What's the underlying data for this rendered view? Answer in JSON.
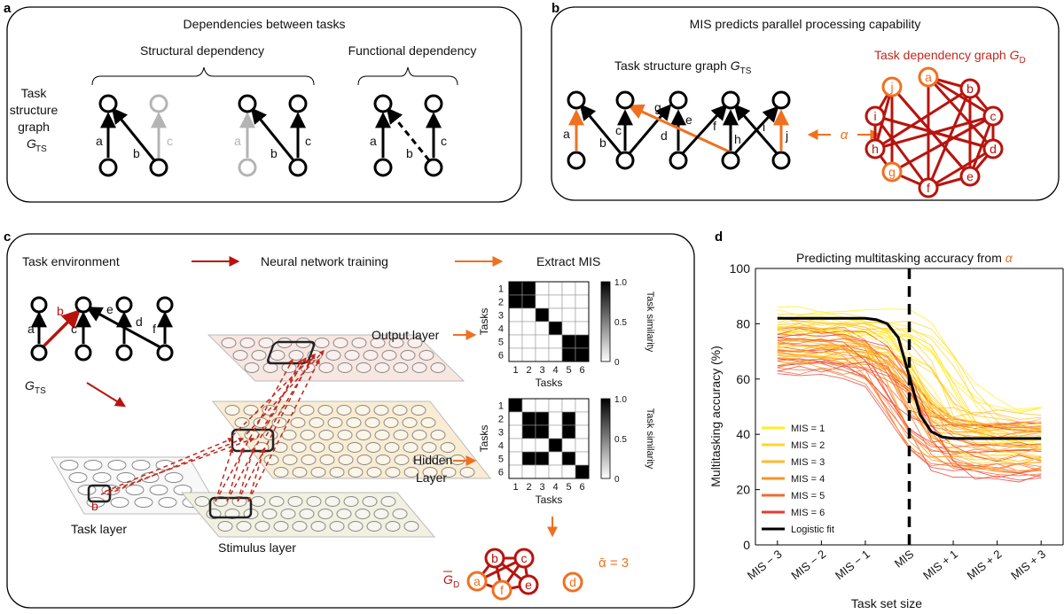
{
  "colors": {
    "orange": "#f07020",
    "darkred": "#b8140e",
    "gray": "#b4b4b4",
    "yellow": "#ffe600",
    "black": "#000000"
  },
  "panel_a": {
    "letter": "a",
    "title": "Dependencies between tasks",
    "structural_label": "Structural dependency",
    "functional_label": "Functional dependency",
    "graph_label_lines": [
      "Task",
      "structure",
      "graph"
    ],
    "gts_symbol": "G",
    "gts_sub": "TS",
    "edge_labels": {
      "a": "a",
      "b": "b",
      "c": "c"
    }
  },
  "panel_b": {
    "letter": "b",
    "title": "MIS predicts parallel processing capability",
    "task_graph_label": "Task structure graph ",
    "gts_symbol": "G",
    "gts_sub": "TS",
    "dep_graph_label": "Task dependency graph ",
    "gd_symbol": "G",
    "gd_sub": "D",
    "alpha": "α",
    "edge_labels": [
      "a",
      "b",
      "c",
      "d",
      "e",
      "f",
      "g",
      "h",
      "i",
      "j"
    ],
    "dep_nodes": [
      "a",
      "b",
      "c",
      "d",
      "e",
      "f",
      "g",
      "h",
      "i",
      "j"
    ]
  },
  "panel_c": {
    "letter": "c",
    "task_env": "Task environment",
    "nn_training": "Neural network training",
    "extract_mis": "Extract MIS",
    "output_layer": "Output layer",
    "hidden_layer_1": "Hidden",
    "hidden_layer_2": "Layer",
    "task_layer": "Task layer",
    "stimulus_layer": "Stimulus layer",
    "b_label": "b",
    "gts_symbol": "G",
    "gts_sub": "TS",
    "gd_symbol": "G",
    "gd_sub": "D",
    "alpha_result": "ᾱ = 3",
    "edge_labels": [
      "a",
      "b",
      "c",
      "d",
      "e",
      "f"
    ],
    "tasks_label": "Tasks",
    "task_similarity": "Task similarity",
    "tick_labels": [
      "1",
      "2",
      "3",
      "4",
      "5",
      "6"
    ],
    "colorbar_ticks": [
      "1.0",
      "0.5",
      "0"
    ],
    "matrix_output": [
      [
        1,
        1,
        0,
        0,
        0,
        0
      ],
      [
        1,
        1,
        0,
        0,
        0,
        0
      ],
      [
        0,
        0,
        1,
        0,
        0,
        0
      ],
      [
        0,
        0,
        0,
        1,
        0,
        0
      ],
      [
        0,
        0,
        0,
        0,
        1,
        1
      ],
      [
        0,
        0,
        0,
        0,
        1,
        1
      ]
    ],
    "matrix_hidden": [
      [
        1,
        0,
        0,
        0,
        0,
        0
      ],
      [
        0,
        1,
        1,
        0,
        1,
        0
      ],
      [
        0,
        1,
        1,
        0,
        1,
        0
      ],
      [
        0,
        0,
        0,
        1,
        0,
        0
      ],
      [
        0,
        1,
        1,
        0,
        1,
        0
      ],
      [
        0,
        0,
        0,
        0,
        0,
        1
      ]
    ],
    "dep_nodes": [
      "a",
      "b",
      "c",
      "d",
      "e",
      "f"
    ]
  },
  "panel_d": {
    "letter": "d",
    "title": "Predicting multitasking accuracy from ",
    "alpha": "α",
    "ylabel": "Multitasking accuracy (%)",
    "xlabel": "Task set size",
    "legend": [
      {
        "label": "MIS = 1",
        "color": "#ffee22"
      },
      {
        "label": "MIS = 2",
        "color": "#ffd430"
      },
      {
        "label": "MIS = 3",
        "color": "#ffb830"
      },
      {
        "label": "MIS = 4",
        "color": "#fa9428"
      },
      {
        "label": "MIS = 5",
        "color": "#f26a30"
      },
      {
        "label": "MIS = 6",
        "color": "#e63c32"
      },
      {
        "label": "Logistic fit",
        "color": "#000000"
      }
    ]
  },
  "chart_data": {
    "type": "line",
    "title": "Predicting multitasking accuracy from α",
    "xlabel": "Task set size",
    "ylabel": "Multitasking accuracy (%)",
    "categories": [
      "MIS − 3",
      "MIS − 2",
      "MIS − 1",
      "MIS",
      "MIS + 1",
      "MIS + 2",
      "MIS + 3"
    ],
    "y_ticks": [
      "0",
      "20",
      "40",
      "60",
      "80",
      "100"
    ],
    "ylim": [
      0,
      100
    ],
    "series": [
      {
        "name": "Logistic fit",
        "x": [
          -3,
          -2.5,
          -2,
          -1.5,
          -1,
          -0.75,
          -0.5,
          -0.25,
          0,
          0.25,
          0.5,
          0.75,
          1,
          1.5,
          2,
          2.5,
          3
        ],
        "values": [
          82,
          82,
          82,
          82,
          82,
          81.5,
          80,
          75,
          61,
          47,
          41,
          39,
          38.5,
          38.5,
          38.5,
          38.5,
          38.5
        ]
      }
    ],
    "mis_line_x": 0,
    "grid": false,
    "legend_position": "bottom-left"
  }
}
